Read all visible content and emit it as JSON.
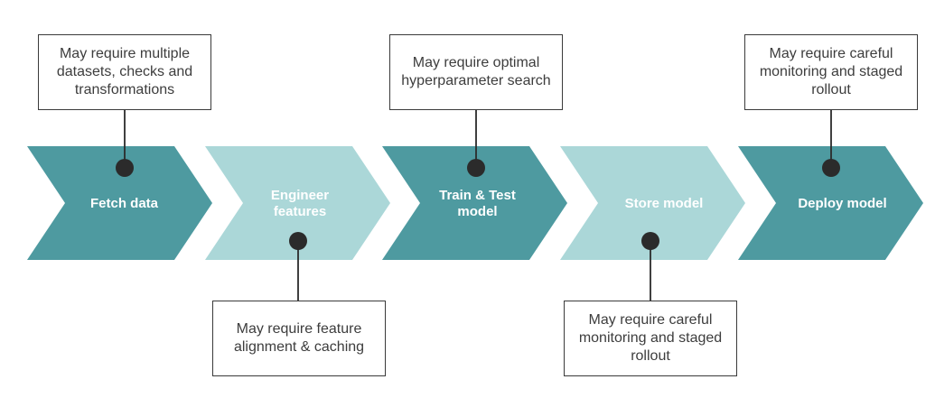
{
  "colors": {
    "dark": "#4e9aa0",
    "light": "#abd7d8",
    "connector": "#2b2b2b",
    "box_border": "#3a3a3a",
    "text": "#3d3d3d"
  },
  "steps": [
    {
      "label": "Fetch data",
      "shade": "dark",
      "note_position": "top",
      "note": "May require multiple datasets, checks and transformations"
    },
    {
      "label": "Engineer features",
      "shade": "light",
      "note_position": "bottom",
      "note": "May require feature alignment & caching"
    },
    {
      "label": "Train & Test model",
      "shade": "dark",
      "note_position": "top",
      "note": "May require optimal hyperparameter search"
    },
    {
      "label": "Store model",
      "shade": "light",
      "note_position": "bottom",
      "note": "May require careful monitoring and staged rollout"
    },
    {
      "label": "Deploy model",
      "shade": "dark",
      "note_position": "top",
      "note": "May require careful monitoring and staged rollout"
    }
  ]
}
